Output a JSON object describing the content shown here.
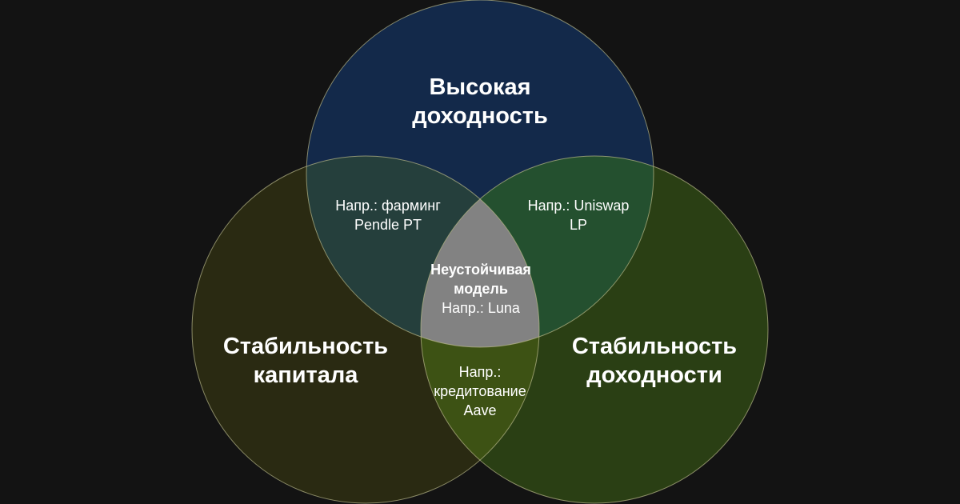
{
  "diagram": {
    "type": "venn",
    "background": "#131313",
    "circles": [
      {
        "id": "top",
        "title_line1": "Высокая",
        "title_line2": "доходность",
        "fill": "#13294a"
      },
      {
        "id": "left",
        "title_line1": "Стабильность",
        "title_line2": "капитала",
        "fill": "#2a2a12"
      },
      {
        "id": "right",
        "title_line1": "Стабильность",
        "title_line2": "доходности",
        "fill": "#2a3f14"
      }
    ],
    "intersections": {
      "top_left": {
        "line1": "Напр.: фарминг",
        "line2": "Pendle PT",
        "fill": "#253f3c"
      },
      "top_right": {
        "line1": "Напр.: Uniswap",
        "line2": "LP",
        "fill": "#24502f"
      },
      "bottom": {
        "line1": "Напр.:",
        "line2": "кредитование",
        "line3": "Aave",
        "fill": "#3d5214"
      },
      "center": {
        "title_line1": "Неустойчивая",
        "title_line2": "модель",
        "example": "Напр.: Luna",
        "fill": "#828282"
      }
    },
    "stroke": "#b9b98a"
  }
}
